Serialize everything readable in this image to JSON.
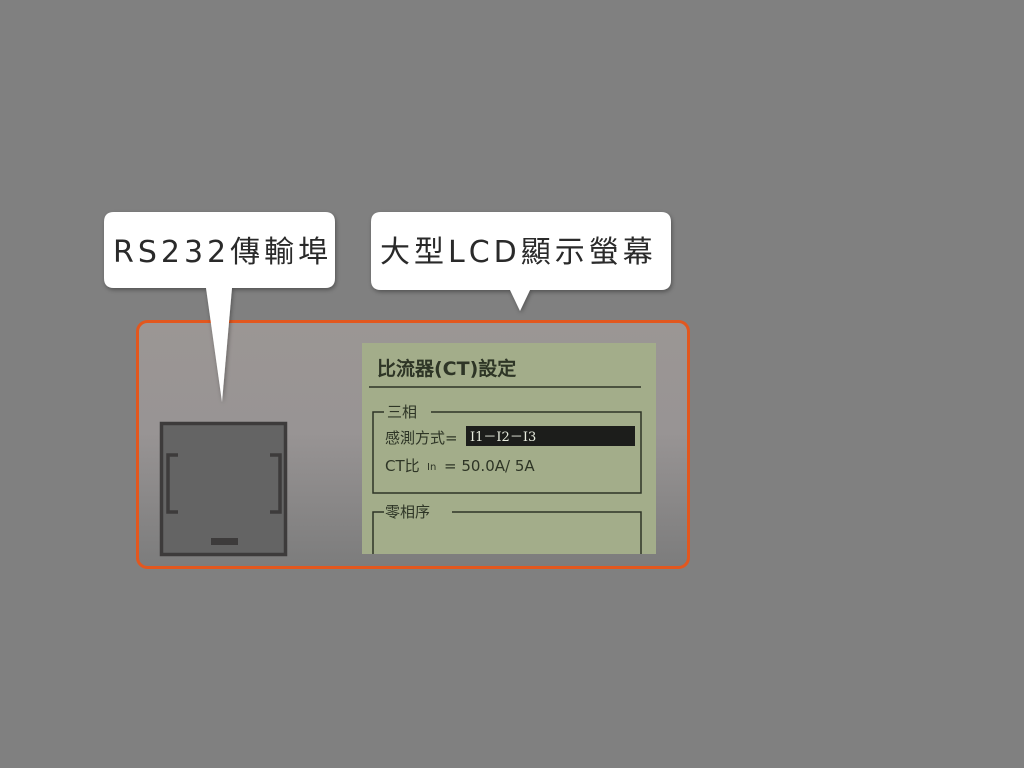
{
  "callouts": {
    "rs232_label": "RS232傳輸埠",
    "lcd_label": "大型LCD顯示螢幕"
  },
  "lcd": {
    "title": "比流器(CT)設定",
    "group1": {
      "label": "三相",
      "mode_label": "感測方式=",
      "mode_value": "I1－I2－I3",
      "ct_prefix": "CT比",
      "ct_sub": "In",
      "ct_value": "= 50.0A/ 5A"
    },
    "group2": {
      "label": "零相序"
    }
  },
  "colors": {
    "background": "#808080",
    "panel_border": "#e2571e",
    "lcd_background": "#a3ad8a",
    "lcd_text": "#2e3526",
    "port_fill": "#646464"
  },
  "icons": {
    "port": "rs232-port-icon"
  }
}
